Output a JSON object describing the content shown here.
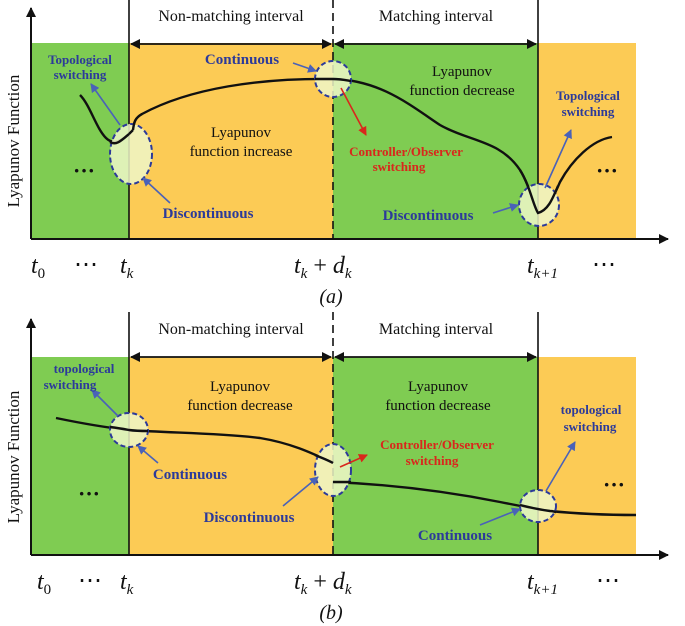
{
  "colors": {
    "green": "#7fcc52",
    "orange": "#fccb55",
    "blue_text": "#2c3a9a",
    "red_text": "#d9271c",
    "circle_fill": "#eef7c8",
    "arrow_blue": "#4a62b8"
  },
  "axis_label": "Lyapunov Function",
  "panel_a": {
    "caption": "(a)",
    "header_left": "Non-matching interval",
    "header_right": "Matching interval",
    "left_switch": [
      "Topological",
      "switching"
    ],
    "right_switch": [
      "Topological",
      "switching"
    ],
    "center_label": "Continuous",
    "left_discontinuous": "Discontinuous",
    "right_discontinuous": "Discontinuous",
    "controller": [
      "Controller/Observer",
      "switching"
    ],
    "orange_text": [
      "Lyapunov",
      "function increase"
    ],
    "green_text": [
      "Lyapunov",
      "function decrease"
    ],
    "ticks": {
      "t0_main": "t",
      "t0_sub": "0",
      "tk_main": "t",
      "tk_sub": "k",
      "mid_main": "t",
      "mid_sub": "k",
      "mid_plus": "+",
      "mid_d": "d",
      "mid_dsub": "k",
      "tk1_main": "t",
      "tk1_sub": "k+1",
      "dots": "⋯"
    },
    "dots": "···"
  },
  "panel_b": {
    "caption": "(b)",
    "header_left": "Non-matching interval",
    "header_right": "Matching interval",
    "left_switch": [
      "topological",
      "switching"
    ],
    "right_switch": [
      "topological",
      "switching"
    ],
    "left_continuous": "Continuous",
    "right_continuous": "Continuous",
    "discontinuous": "Discontinuous",
    "controller": [
      "Controller/Observer",
      "switching"
    ],
    "orange_text": [
      "Lyapunov",
      "function decrease"
    ],
    "green_text": [
      "Lyapunov",
      "function decrease"
    ],
    "ticks": {
      "t0_main": "t",
      "t0_sub": "0",
      "tk_main": "t",
      "tk_sub": "k",
      "mid_main": "t",
      "mid_sub": "k",
      "mid_plus": "+",
      "mid_d": "d",
      "mid_dsub": "k",
      "tk1_main": "t",
      "tk1_sub": "k+1",
      "dots": "⋯"
    },
    "dots": "···"
  }
}
